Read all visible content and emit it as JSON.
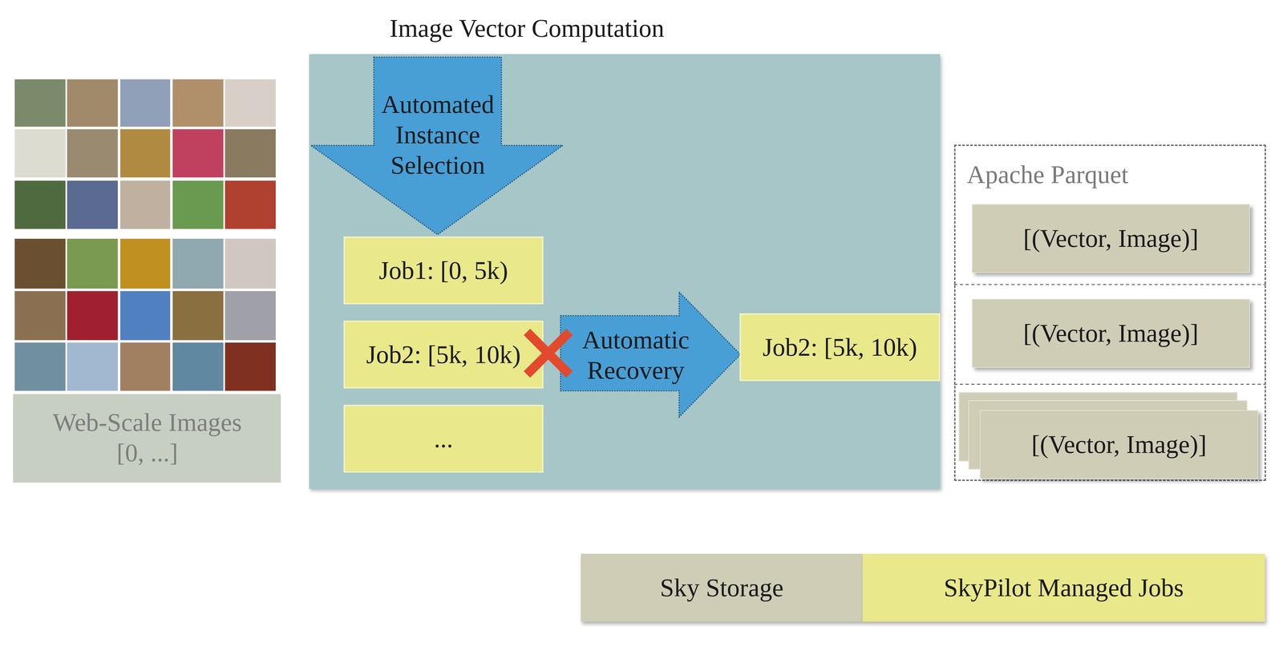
{
  "diagram": {
    "nodes": [
      {
        "text": [
          "Web-Scale Images [0, ...]"
        ]
      },
      {
        "text": [
          "Image Vector Computation"
        ]
      },
      {
        "text": [
          "Automated Instance Selection"
        ],
        "in": 1
      },
      {
        "text": [
          "Job1: [0, 5k)"
        ],
        "in": 1
      },
      {
        "text": [
          "Job2: [5k, 10k)"
        ],
        "in": 1
      },
      {
        "text": [
          "..."
        ],
        "in": 1
      },
      {
        "text": [
          "Automatic Recovery"
        ],
        "in": 1
      },
      {
        "text": [
          "Job2: [5k, 10k)"
        ],
        "in": 1
      },
      {
        "text": [
          "Apache Parquet"
        ]
      },
      {
        "text": [
          "[(Vector, Image)]"
        ],
        "in": 8
      },
      {
        "text": [
          "[(Vector, Image)]"
        ],
        "in": 8
      },
      {
        "text": [
          "[(Vector, Image)]"
        ],
        "in": 8
      },
      {
        "text": [
          "Sky Storage"
        ]
      },
      {
        "text": [
          "SkyPilot Managed Jobs"
        ]
      }
    ]
  }
}
